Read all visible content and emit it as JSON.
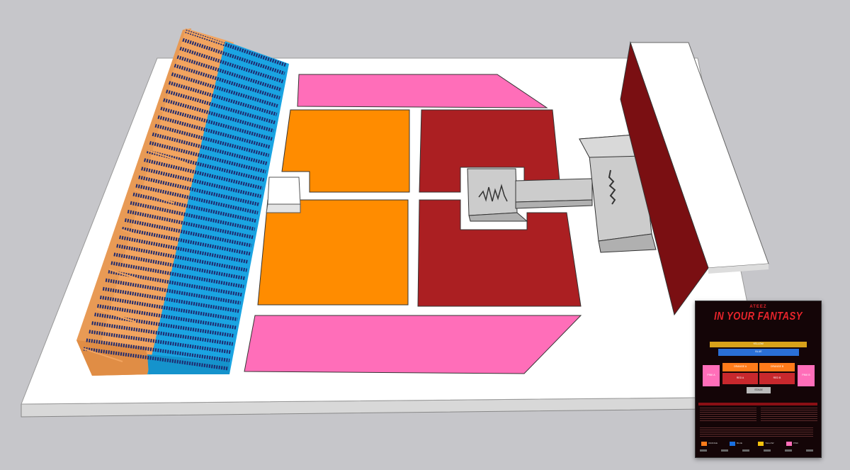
{
  "colors": {
    "background": "#c6c6ca",
    "floor": "#ffffff",
    "orange_stand": "#f2a45f",
    "blue_stand": "#1aa4e2",
    "pink": "#ff6eb9",
    "orange_floor": "#ff8c00",
    "red_floor": "#ab1f22",
    "stage_gray": "#c7c7c7",
    "back_wall": "#7a0f12",
    "seat_navy": "#1f2a6e"
  },
  "poster": {
    "brand": "ATEEZ",
    "title": "IN YOUR FANTASY",
    "sections": {
      "yellow": "YELLOW",
      "blue": "BLUE",
      "orange_a": "ORANGE A",
      "orange_b": "ORANGE B",
      "pink_a": "PINK A",
      "pink_b": "PINK B",
      "red_a": "RED A",
      "red_b": "RED B",
      "stage": "STAGE"
    },
    "legend": [
      {
        "color": "#ff7b1a",
        "label": "ORANGE"
      },
      {
        "color": "#1a6fe0",
        "label": "BLUE"
      },
      {
        "color": "#f4c20d",
        "label": "YELLOW"
      },
      {
        "color": "#ff6eb9",
        "label": "PINK"
      }
    ]
  }
}
